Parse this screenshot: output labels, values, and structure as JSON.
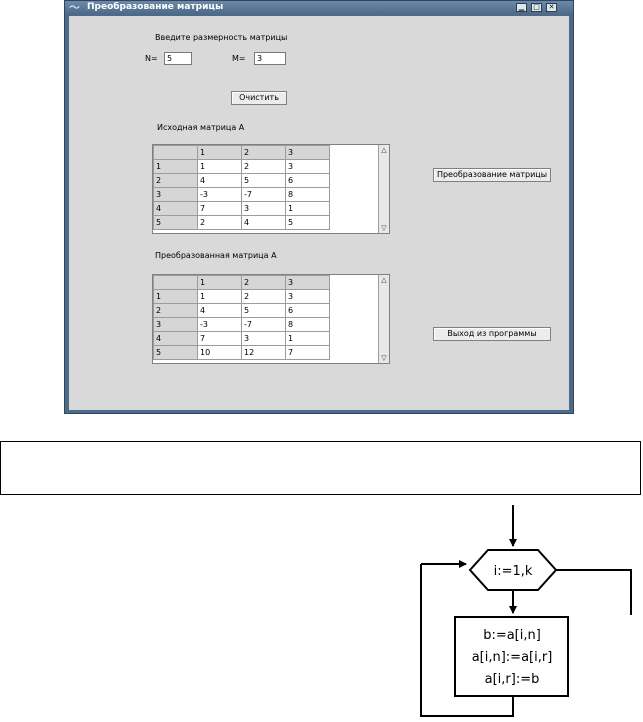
{
  "window": {
    "title": "Преобразование матрицы",
    "title_icon": "app-icon",
    "controls": [
      "minimize-icon",
      "maximize-icon",
      "close-icon"
    ]
  },
  "size_form": {
    "heading": "Введите размерность матрицы",
    "n_label": "N=",
    "n_value": "5",
    "m_label": "M=",
    "m_value": "3"
  },
  "buttons": {
    "clear": "Очистить",
    "transform": "Преобразование матрицы",
    "exit": "Выход из программы"
  },
  "source_matrix": {
    "label": "Исходная матрица А",
    "col_headers": [
      "1",
      "2",
      "3"
    ],
    "rows": [
      {
        "h": "1",
        "cells": [
          "1",
          "2",
          "3"
        ]
      },
      {
        "h": "2",
        "cells": [
          "4",
          "5",
          "6"
        ]
      },
      {
        "h": "3",
        "cells": [
          "-3",
          "-7",
          "8"
        ]
      },
      {
        "h": "4",
        "cells": [
          "7",
          "3",
          "1"
        ]
      },
      {
        "h": "5",
        "cells": [
          "2",
          "4",
          "5"
        ]
      }
    ]
  },
  "result_matrix": {
    "label": "Преобразованная матрица А",
    "col_headers": [
      "1",
      "2",
      "3"
    ],
    "rows": [
      {
        "h": "1",
        "cells": [
          "1",
          "2",
          "3"
        ]
      },
      {
        "h": "2",
        "cells": [
          "4",
          "5",
          "6"
        ]
      },
      {
        "h": "3",
        "cells": [
          "-3",
          "-7",
          "8"
        ]
      },
      {
        "h": "4",
        "cells": [
          "7",
          "3",
          "1"
        ]
      },
      {
        "h": "5",
        "cells": [
          "10",
          "12",
          "7"
        ]
      }
    ]
  },
  "flowchart": {
    "loop": "i:=1,k",
    "body": [
      "b:=a[i,n]",
      "a[i,n]:=a[i,r]",
      "a[i,r]:=b"
    ]
  }
}
